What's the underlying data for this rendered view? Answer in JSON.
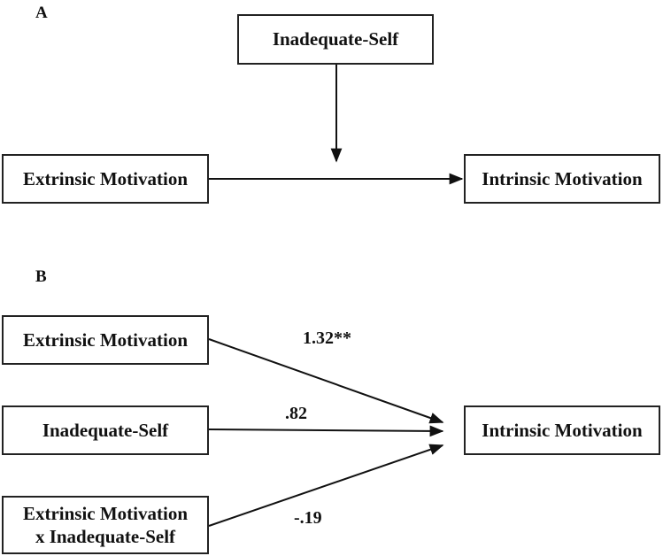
{
  "panel_a": {
    "label": "A",
    "moderator": "Inadequate-Self",
    "predictor": "Extrinsic Motivation",
    "outcome": "Intrinsic Motivation"
  },
  "panel_b": {
    "label": "B",
    "predictor_1": "Extrinsic Motivation",
    "predictor_2": "Inadequate-Self",
    "interaction_line1": "Extrinsic Motivation",
    "interaction_line2": "x Inadequate-Self",
    "outcome": "Intrinsic Motivation",
    "coef_predictor_1": "1.32**",
    "coef_predictor_2": ".82",
    "coef_interaction": "-.19"
  }
}
